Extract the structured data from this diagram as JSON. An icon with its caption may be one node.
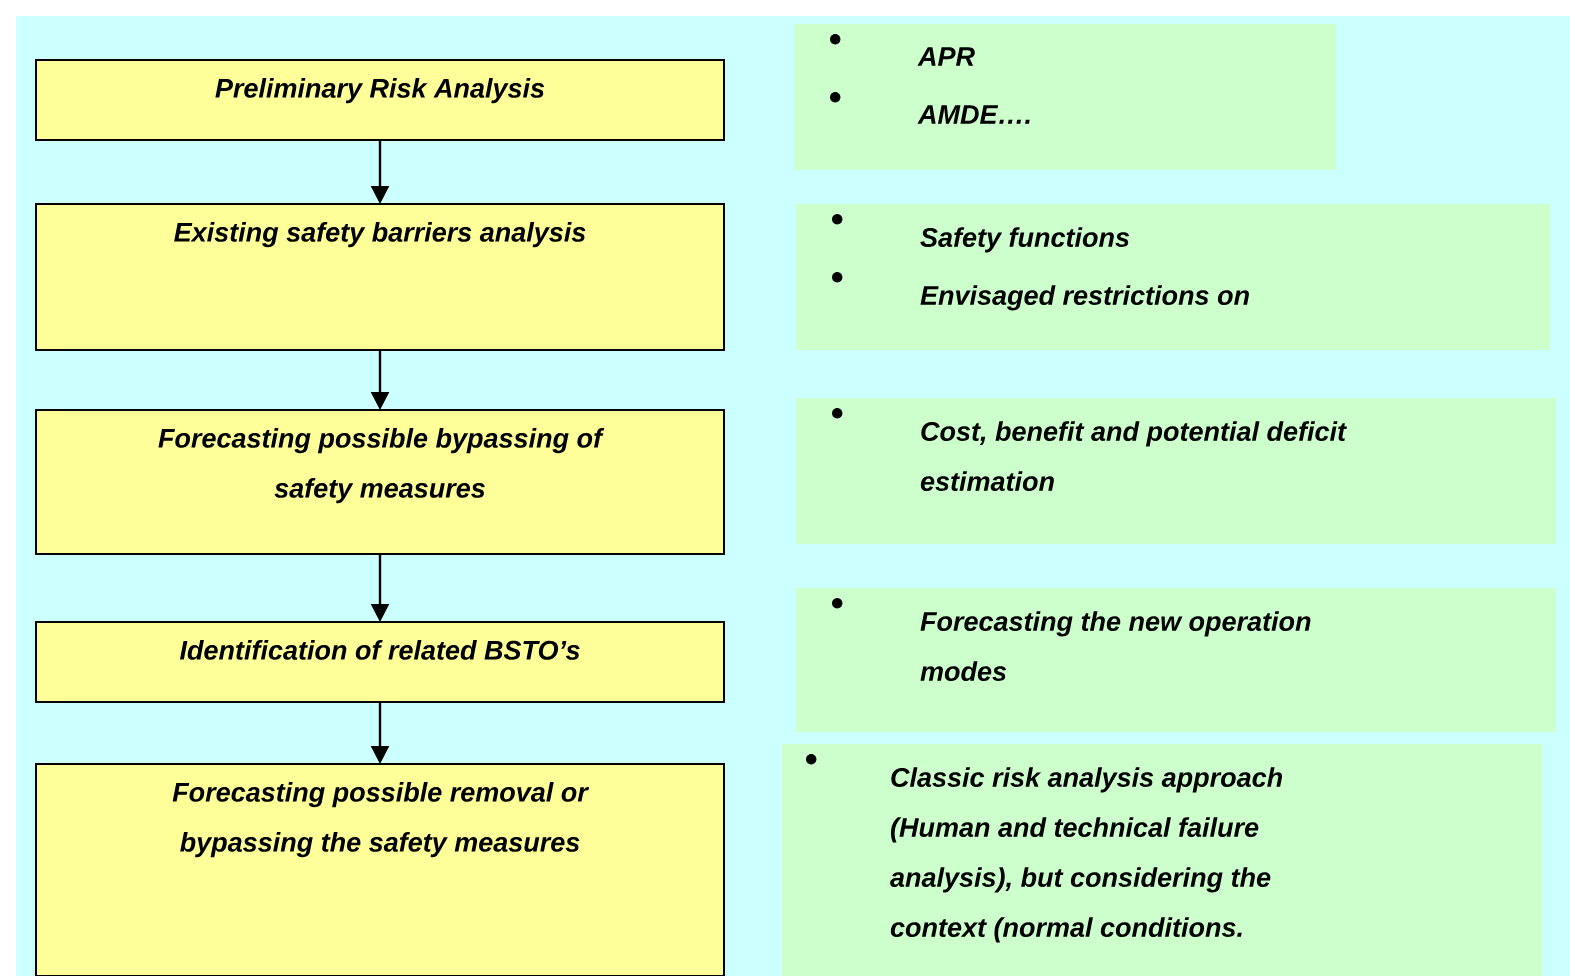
{
  "diagram": {
    "nodes": [
      {
        "text": [
          "Preliminary Risk Analysis"
        ]
      },
      {
        "text": [
          "Existing safety barriers analysis"
        ]
      },
      {
        "text": [
          "Forecasting possible bypassing of safety measures"
        ]
      },
      {
        "text": [
          "Identification of related BSTO’s"
        ]
      },
      {
        "text": [
          "Forecasting possible  removal or bypassing the  safety measures"
        ]
      },
      {
        "text": [
          "APR",
          "AMDE…."
        ]
      },
      {
        "text": [
          "Safety functions",
          "Envisaged restrictions on"
        ]
      },
      {
        "text": [
          "Cost, benefit and potential deficit estimation"
        ]
      },
      {
        "text": [
          "Forecasting the new operation modes"
        ]
      },
      {
        "text": [
          "Classic risk analysis approach (Human and technical failure analysis), but considering the context (normal conditions."
        ]
      }
    ],
    "edges": [
      {
        "from": 0,
        "to": 1,
        "arrow": "to"
      },
      {
        "from": 1,
        "to": 2,
        "arrow": "to"
      },
      {
        "from": 2,
        "to": 3,
        "arrow": "to"
      },
      {
        "from": 3,
        "to": 4,
        "arrow": "to"
      }
    ]
  }
}
